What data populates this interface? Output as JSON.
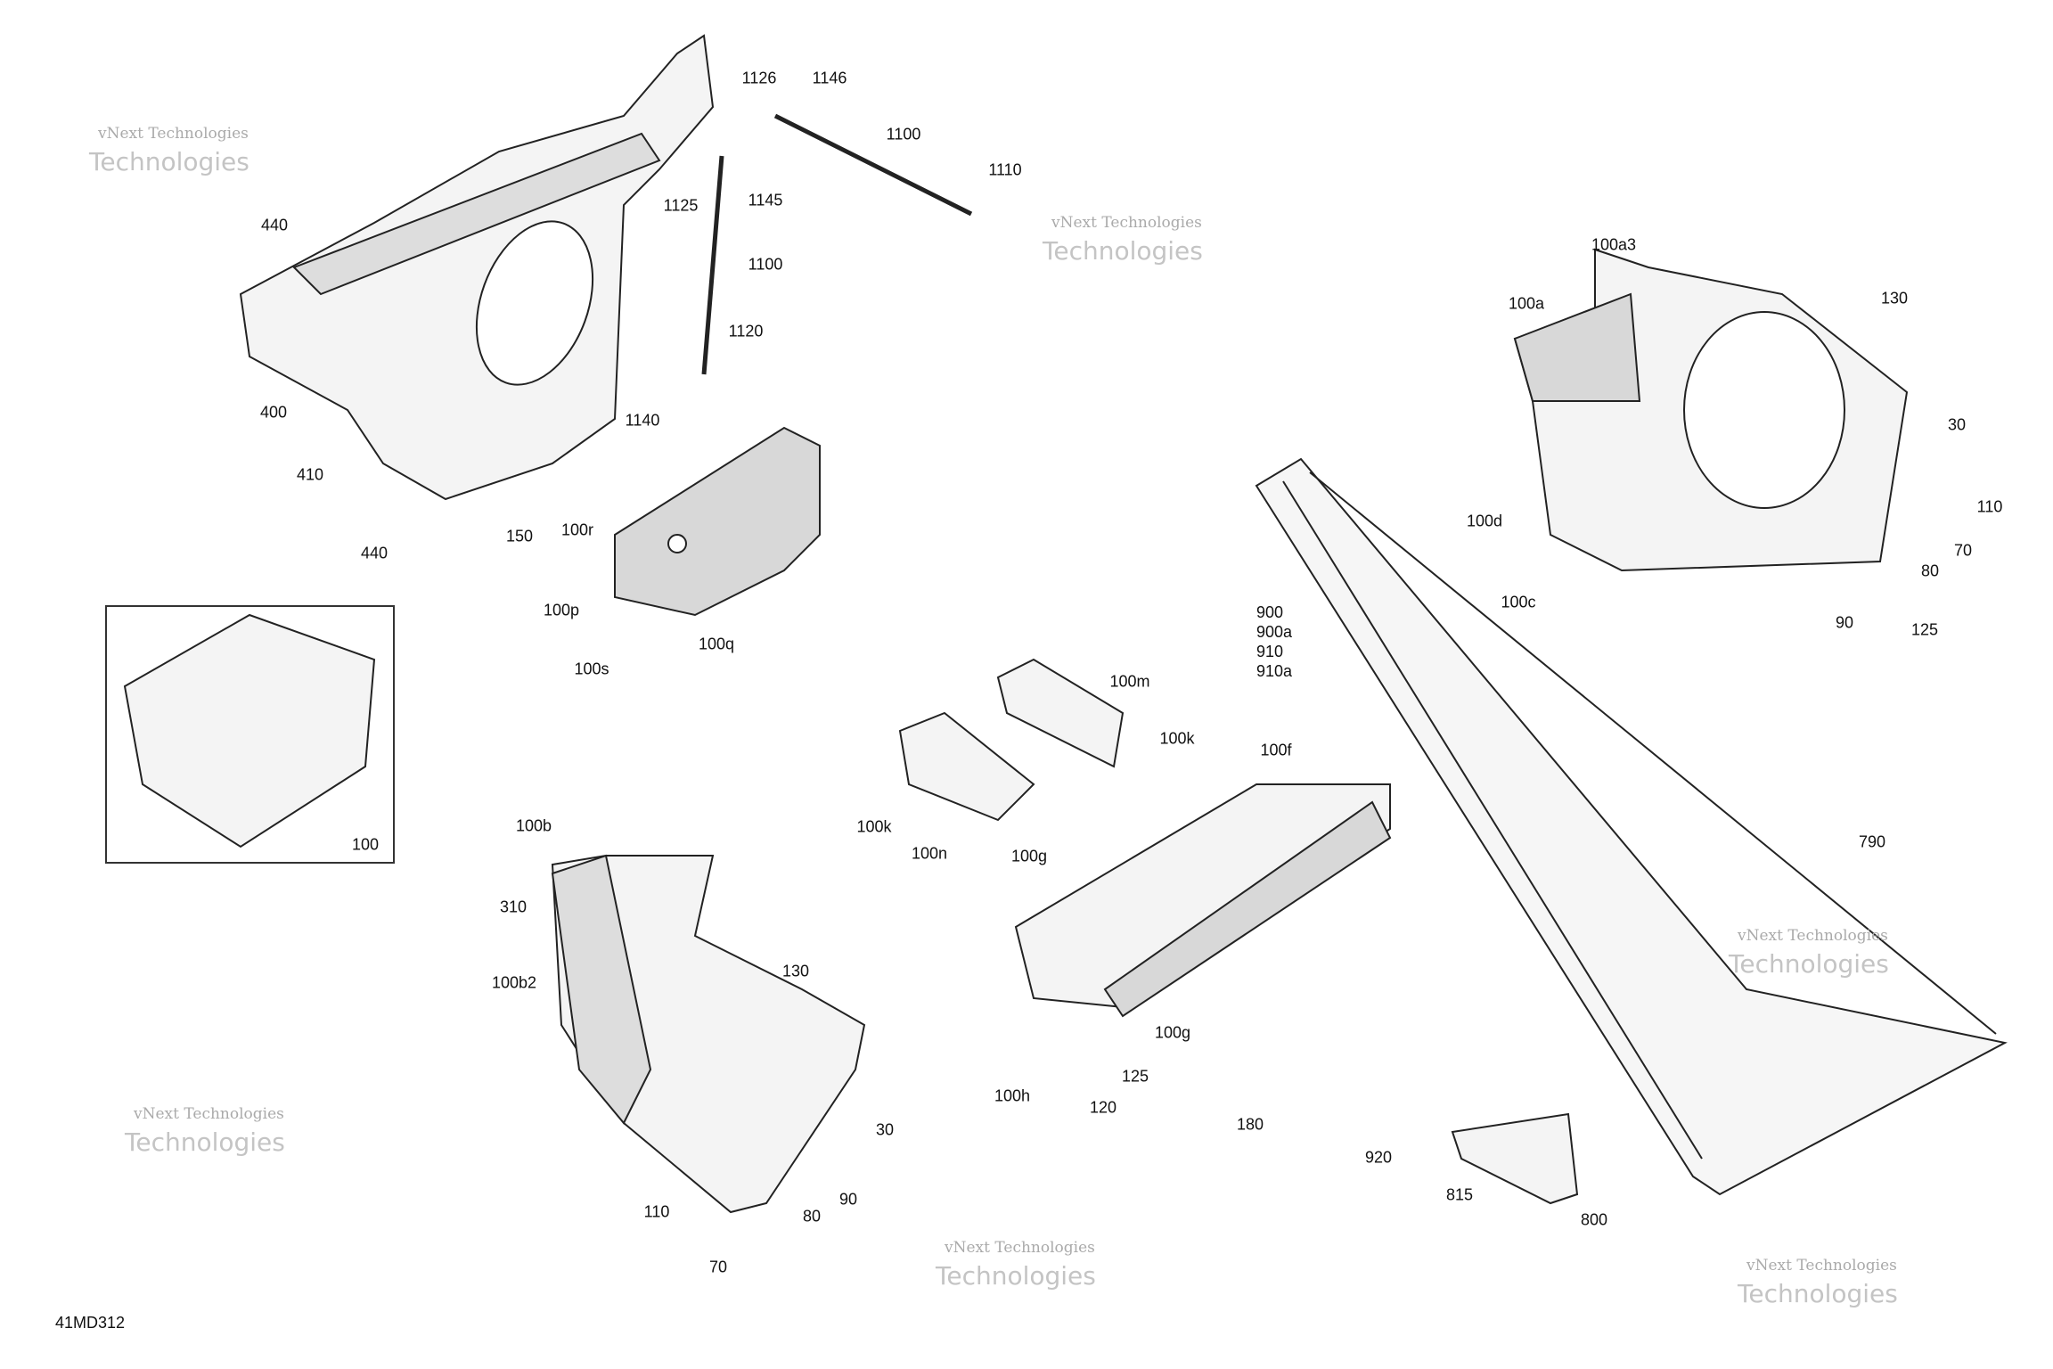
{
  "diagram_ref": "41MD312",
  "watermark": {
    "line1": "vNext Technologies",
    "line2": "Technologies"
  },
  "inset_label": "100",
  "labels": {
    "l1126": "1126",
    "l1146": "1146",
    "l1100a": "1100",
    "l1110": "1110",
    "l1125": "1125",
    "l1145": "1145",
    "l1100b": "1100",
    "l1120": "1120",
    "l1140": "1140",
    "l440a": "440",
    "l400": "400",
    "l410": "410",
    "l150": "150",
    "l440b": "440",
    "l100r": "100r",
    "l100p": "100p",
    "l100q": "100q",
    "l100s": "100s",
    "l100b": "100b",
    "l310": "310",
    "l100b2": "100b2",
    "l130a": "130",
    "l30a": "30",
    "l110a": "110",
    "l80a": "80",
    "l90a": "90",
    "l70a": "70",
    "l100m": "100m",
    "l100k1": "100k",
    "l100k2": "100k",
    "l100n": "100n",
    "l100f": "100f",
    "l100g1": "100g",
    "l100g2": "100g",
    "l125a": "125",
    "l100h": "100h",
    "l120": "120",
    "l180": "180",
    "l900group": "900\n900a\n910\n910a",
    "l100a3": "100a3",
    "l130b": "130",
    "l100a": "100a",
    "l30b": "30",
    "l110b": "110",
    "l70b": "70",
    "l80b": "80",
    "l100d": "100d",
    "l100c": "100c",
    "l90b": "90",
    "l125b": "125",
    "l790": "790",
    "l920": "920",
    "l815": "815",
    "l800": "800"
  }
}
